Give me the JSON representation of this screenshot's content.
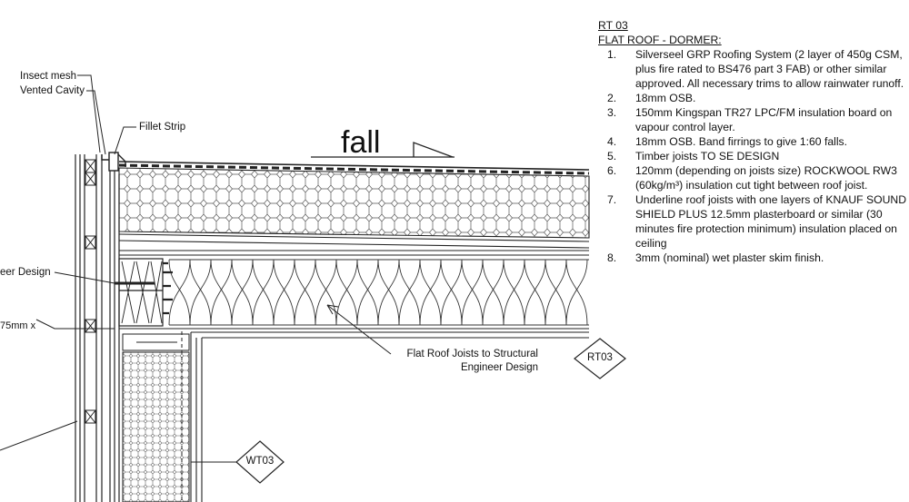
{
  "spec": {
    "code": "RT 03",
    "title": "FLAT ROOF - DORMER:",
    "items": [
      {
        "num": "1.",
        "text": "Silverseel GRP Roofing System (2 layer of 450g CSM, plus fire rated to BS476 part 3 FAB) or other similar approved. All necessary trims to allow rainwater runoff."
      },
      {
        "num": "2.",
        "text": "18mm OSB."
      },
      {
        "num": "3.",
        "text": "150mm Kingspan TR27 LPC/FM insulation board on vapour control layer."
      },
      {
        "num": "4.",
        "text": "18mm OSB. Band firrings to give 1:60 falls."
      },
      {
        "num": "5.",
        "text": "Timber joists TO SE DESIGN"
      },
      {
        "num": "6.",
        "text": "120mm (depending on joists size) ROCKWOOL RW3 (60kg/m³) insulation cut tight between roof joist."
      },
      {
        "num": "7.",
        "text": "Underline roof joists with one layers of KNAUF SOUND SHIELD PLUS 12.5mm plasterboard or similar (30 minutes fire protection minimum) insulation placed on ceiling"
      },
      {
        "num": "8.",
        "text": "3mm (nominal) wet plaster skim finish."
      }
    ]
  },
  "labels": {
    "insect_mesh": "Insect mesh",
    "vented_cavity": "Vented Cavity",
    "fillet_strip": "Fillet Strip",
    "fall": "fall",
    "engineer_design": "eer Design",
    "mm_note": "75mm x",
    "joists_line1": "Flat Roof Joists to Structural",
    "joists_line2": "Engineer Design"
  },
  "tags": {
    "roof": "RT03",
    "wall": "WT03"
  }
}
